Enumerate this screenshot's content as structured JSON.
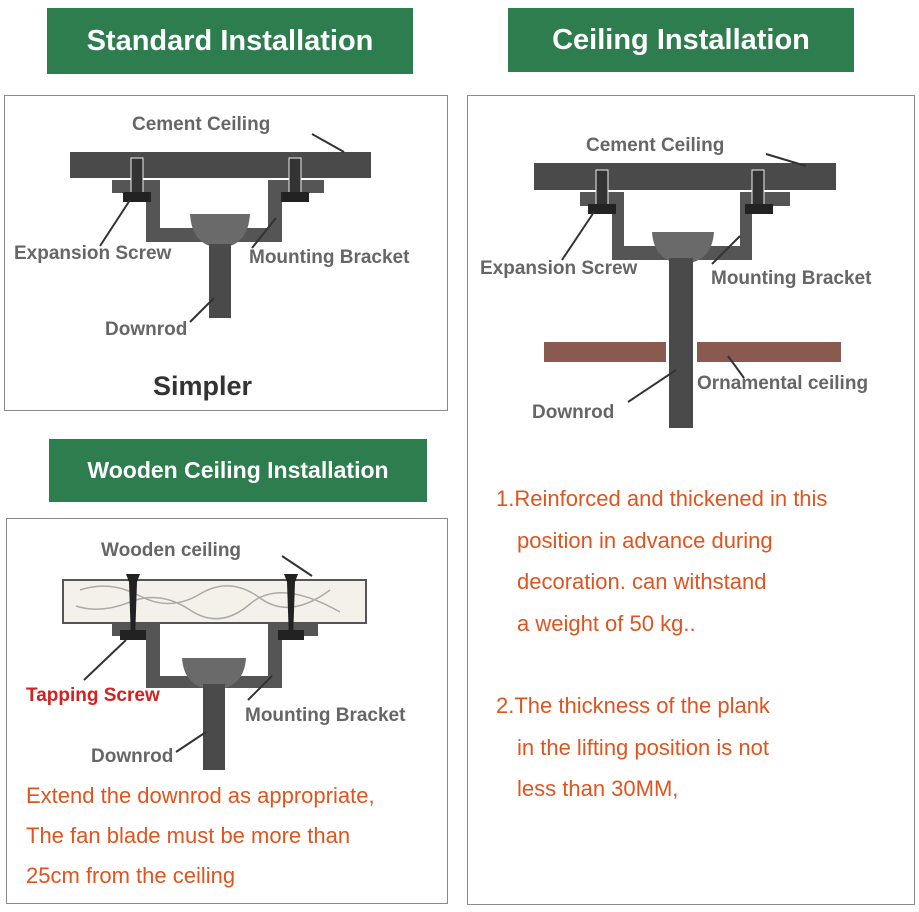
{
  "banners": {
    "standard": "Standard Installation",
    "ceiling": "Ceiling Installation",
    "wooden": "Wooden Ceiling Installation"
  },
  "standard_panel": {
    "cement_ceiling": "Cement Ceiling",
    "expansion_screw": "Expansion Screw",
    "mounting_bracket": "Mounting Bracket",
    "downrod": "Downrod",
    "simpler": "Simpler"
  },
  "ceiling_panel": {
    "cement_ceiling": "Cement Ceiling",
    "expansion_screw": "Expansion Screw",
    "mounting_bracket": "Mounting Bracket",
    "ornamental_ceiling": "Ornamental ceiling",
    "downrod": "Downrod"
  },
  "wooden_panel": {
    "wooden_ceiling": "Wooden ceiling",
    "tapping_screw": "Tapping Screw",
    "mounting_bracket": "Mounting Bracket",
    "downrod": "Downrod",
    "notes": [
      "Extend the downrod as appropriate,",
      "The fan blade must be more than",
      "25cm from the ceiling"
    ]
  },
  "right_notes": {
    "note1": [
      "1.Reinforced and thickened in this",
      "position in advance during",
      "decoration. can withstand",
      "a weight of 50 kg.."
    ],
    "note2": [
      "2.The thickness of the plank",
      "in the lifting position is not",
      "less than 30MM,"
    ]
  },
  "colors": {
    "banner_green": "#2e7d4f",
    "label_gray": "#666666",
    "note_orange": "#e0541f",
    "tapping_red": "#d42020",
    "metal_dark": "#4a4a4a",
    "ornamental_brown": "#8a5a50"
  }
}
